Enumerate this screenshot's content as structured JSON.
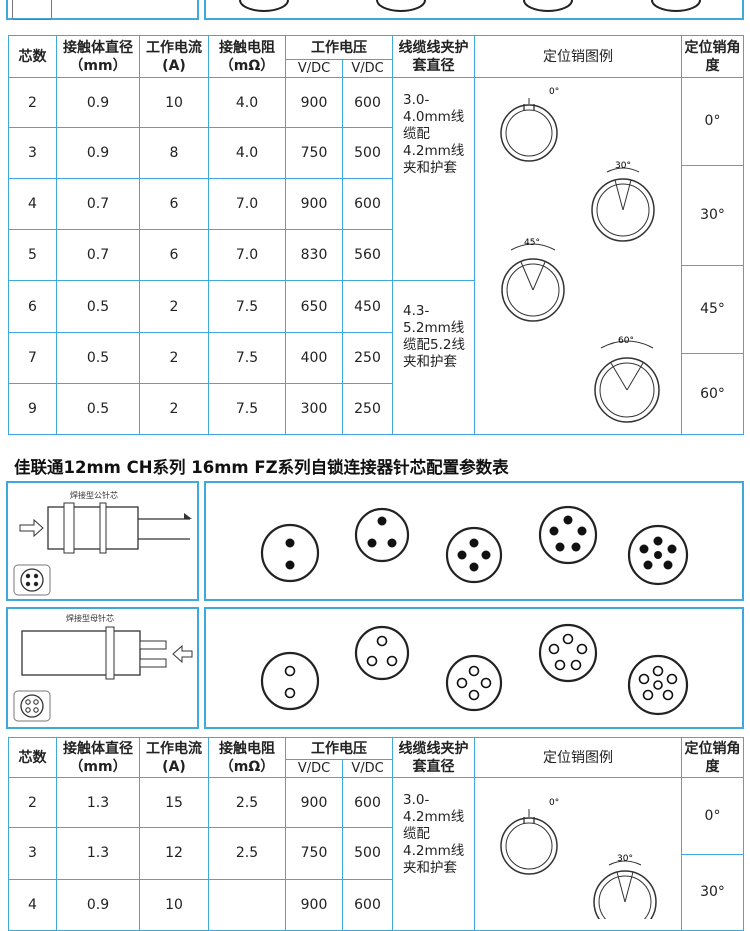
{
  "table1": {
    "headers": {
      "pins": "芯数",
      "contact_dia": "接触体直径（mm）",
      "current": "工作电流(A)",
      "resistance": "接触电阻（mΩ）",
      "voltage": "工作电压",
      "vdc1": "V/DC",
      "vdc2": "V/DC",
      "cable": "线缆线夹护套直径",
      "diagram": "定位销图例",
      "angle": "定位销角度"
    },
    "rows": [
      {
        "pins": "2",
        "dia": "0.9",
        "current": "10",
        "res": "4.0",
        "v1": "900",
        "v2": "600"
      },
      {
        "pins": "3",
        "dia": "0.9",
        "current": "8",
        "res": "4.0",
        "v1": "750",
        "v2": "500"
      },
      {
        "pins": "4",
        "dia": "0.7",
        "current": "6",
        "res": "7.0",
        "v1": "900",
        "v2": "600"
      },
      {
        "pins": "5",
        "dia": "0.7",
        "current": "6",
        "res": "7.0",
        "v1": "830",
        "v2": "560"
      },
      {
        "pins": "6",
        "dia": "0.5",
        "current": "2",
        "res": "7.5",
        "v1": "650",
        "v2": "450"
      },
      {
        "pins": "7",
        "dia": "0.5",
        "current": "2",
        "res": "7.5",
        "v1": "400",
        "v2": "250"
      },
      {
        "pins": "9",
        "dia": "0.5",
        "current": "2",
        "res": "7.5",
        "v1": "300",
        "v2": "250"
      }
    ],
    "cable1": "3.0-4.0mm线缆配4.2mm线夹和护套",
    "cable2": "4.3-5.2mm线缆配5.2线夹和护套",
    "angles": [
      "0°",
      "30°",
      "45°",
      "60°"
    ]
  },
  "title": "佳联通12mm CH系列 16mm FZ系列自锁连接器针芯配置参数表",
  "panel_male_label": "焊接型公针芯",
  "panel_female_label": "焊接型母针芯",
  "table2": {
    "headers": {
      "pins": "芯数",
      "contact_dia": "接触体直径（mm）",
      "current": "工作电流(A)",
      "resistance": "接触电阻（mΩ）",
      "voltage": "工作电压",
      "vdc1": "V/DC",
      "vdc2": "V/DC",
      "cable": "线缆线夹护套直径",
      "diagram": "定位销图例",
      "angle": "定位销角度"
    },
    "rows": [
      {
        "pins": "2",
        "dia": "1.3",
        "current": "15",
        "res": "2.5",
        "v1": "900",
        "v2": "600"
      },
      {
        "pins": "3",
        "dia": "1.3",
        "current": "12",
        "res": "2.5",
        "v1": "750",
        "v2": "500"
      },
      {
        "pins": "4",
        "dia": "0.9",
        "current": "10",
        "res": "",
        "v1": "900",
        "v2": "600"
      }
    ],
    "cable1": "3.0-4.2mm线缆配4.2mm线夹和护套",
    "angles": [
      "0°",
      "30°"
    ]
  },
  "diagram_angles": [
    "0°",
    "30°",
    "45°",
    "60°"
  ],
  "colors": {
    "border": "#3fa9dc",
    "text": "#222222"
  }
}
